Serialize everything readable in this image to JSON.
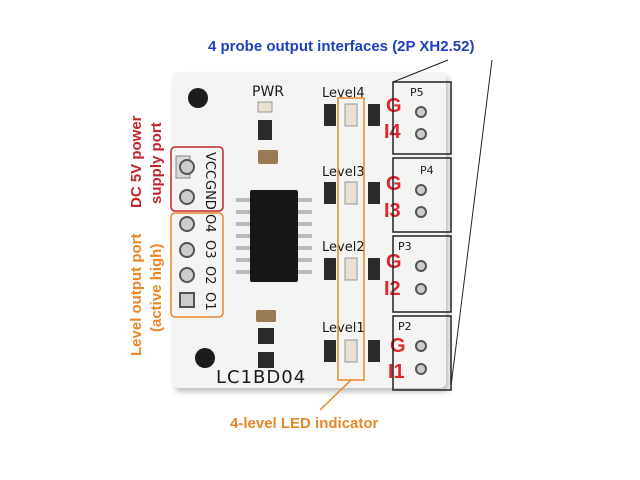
{
  "callouts": {
    "probe_interfaces": "4 probe output interfaces (2P XH2.52)",
    "dc_power": [
      "DC 5V power",
      "supply port"
    ],
    "level_output": [
      "Level output port",
      "(active high)"
    ],
    "led_indicator": "4-level LED indicator"
  },
  "board": {
    "model": "LC1BD04",
    "pwr": "PWR",
    "left_pins": [
      "VCC",
      "GND",
      "O4",
      "O3",
      "O2",
      "O1"
    ],
    "level_labels": [
      "Level4",
      "Level3",
      "Level2",
      "Level1"
    ],
    "probe_marks": [
      {
        "g": "G",
        "i": "I4"
      },
      {
        "g": "G",
        "i": "I3"
      },
      {
        "g": "G",
        "i": "I2"
      },
      {
        "g": "G",
        "i": "I1"
      }
    ],
    "port_labels": [
      "P5",
      "P4",
      "P3",
      "P2"
    ]
  },
  "colors": {
    "blue_callout": "#1f3fbf",
    "red_callout": "#c0272d",
    "orange_callout": "#e8872a",
    "probe_mark": "#e0262c"
  }
}
